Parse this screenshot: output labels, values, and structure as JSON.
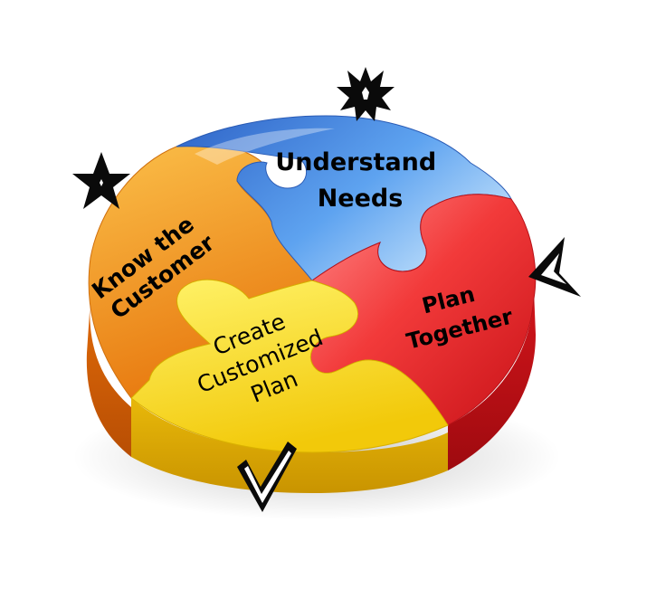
{
  "diagram": {
    "pieces": [
      {
        "id": "know-the-customer",
        "lines": [
          "Know the",
          "Customer"
        ],
        "color": "#F5A623",
        "icon": "star-icon"
      },
      {
        "id": "understand-needs",
        "lines": [
          "Understand",
          "Needs"
        ],
        "color": "#3B7DD8",
        "icon": "explosion-star-icon"
      },
      {
        "id": "plan-together",
        "lines": [
          "Plan",
          "Together"
        ],
        "color": "#E8262B",
        "icon": "arrowhead-icon"
      },
      {
        "id": "create-customized-plan",
        "lines": [
          "Create",
          "Customized",
          "Plan"
        ],
        "color": "#F7E01C",
        "icon": "checkmark-icon"
      }
    ]
  }
}
